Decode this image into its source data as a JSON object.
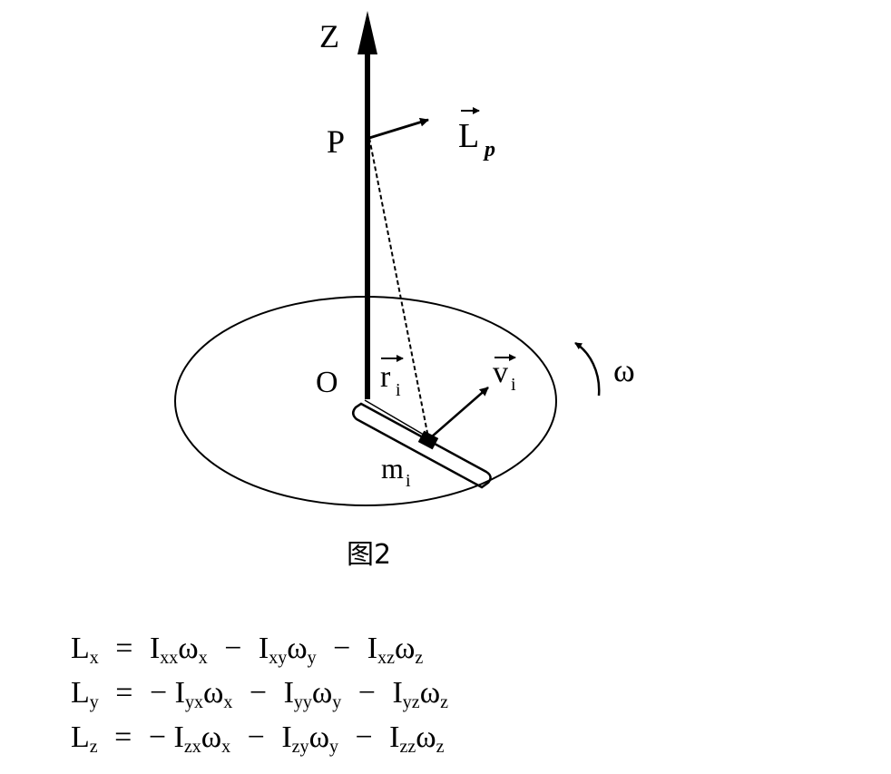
{
  "labels": {
    "axis": "Z",
    "point_p": "P",
    "momentum": "L",
    "momentum_sub": "p",
    "origin": "O",
    "radius": "r",
    "radius_sub": "i",
    "velocity": "v",
    "velocity_sub": "i",
    "mass": "m",
    "mass_sub": "i",
    "omega": "ω"
  },
  "caption": "图2",
  "equations": [
    {
      "lhs": "L",
      "lhs_sub": "x",
      "eq": "=",
      "sign0": "",
      "t1": "I",
      "t1_sub": "xx",
      "w1": "ω",
      "w1_sub": "x",
      "op1": "−",
      "t2": "I",
      "t2_sub": "xy",
      "w2": "ω",
      "w2_sub": "y",
      "op2": "−",
      "t3": "I",
      "t3_sub": "xz",
      "w3": "ω",
      "w3_sub": "z"
    },
    {
      "lhs": "L",
      "lhs_sub": "y",
      "eq": "=",
      "sign0": "−",
      "t1": "I",
      "t1_sub": "yx",
      "w1": "ω",
      "w1_sub": "x",
      "op1": "−",
      "t2": "I",
      "t2_sub": "yy",
      "w2": "ω",
      "w2_sub": "y",
      "op2": "−",
      "t3": "I",
      "t3_sub": "yz",
      "w3": "ω",
      "w3_sub": "z"
    },
    {
      "lhs": "L",
      "lhs_sub": "z",
      "eq": "=",
      "sign0": "−",
      "t1": "I",
      "t1_sub": "zx",
      "w1": "ω",
      "w1_sub": "x",
      "op1": "−",
      "t2": "I",
      "t2_sub": "zy",
      "w2": "ω",
      "w2_sub": "y",
      "op2": "−",
      "t3": "I",
      "t3_sub": "zz",
      "w3": "ω",
      "w3_sub": "z"
    }
  ]
}
